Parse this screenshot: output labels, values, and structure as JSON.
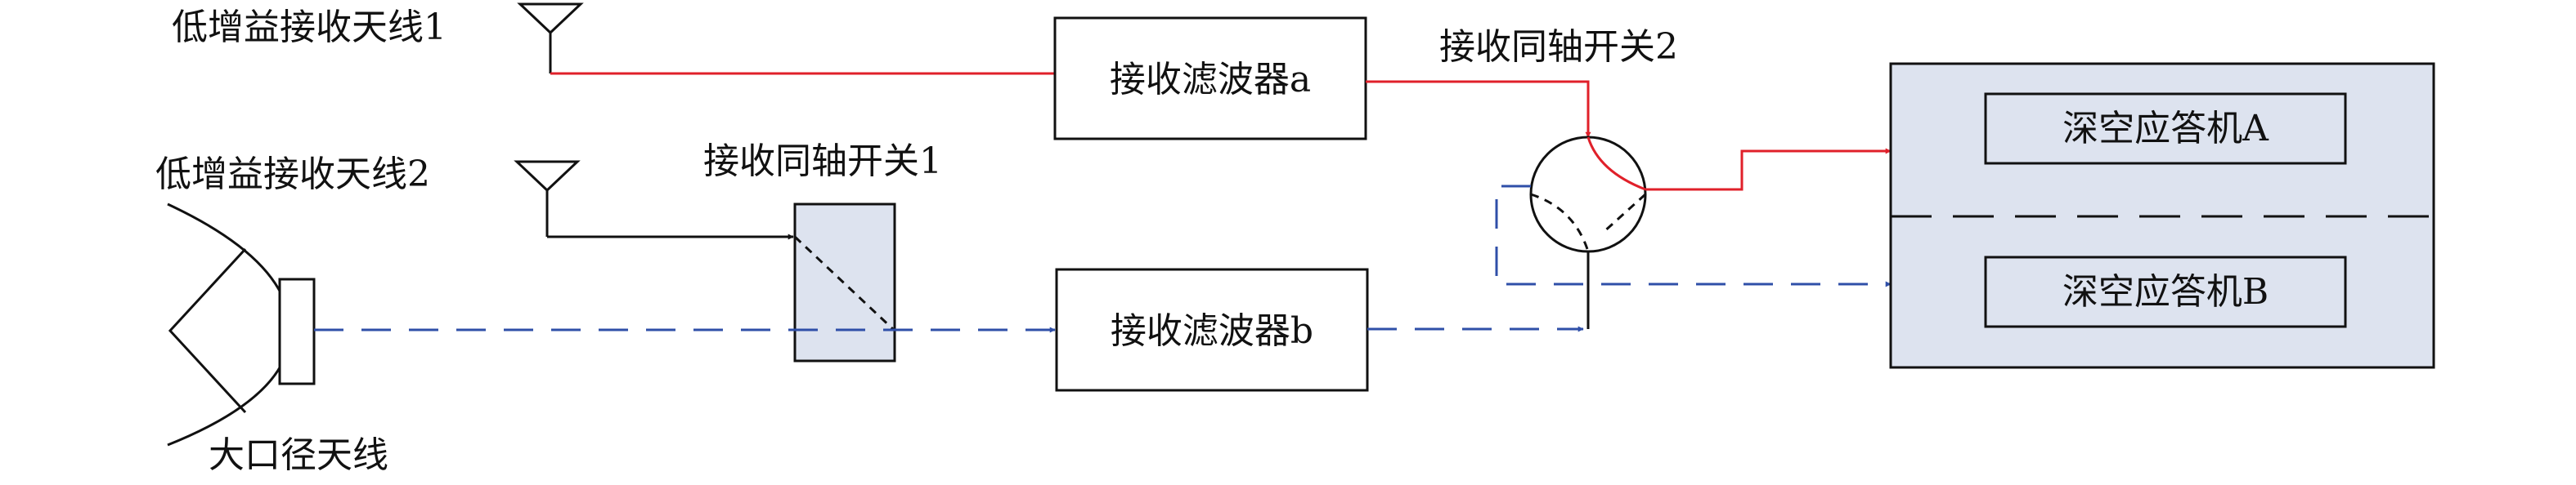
{
  "colors": {
    "red_signal": "#e0202a",
    "blue_signal": "#2f4fa8",
    "black_signal": "#111111",
    "block_fill": "#dde3ef",
    "outline": "#111111"
  },
  "antennas": {
    "low_gain_1": "低增益接收天线1",
    "low_gain_2": "低增益接收天线2",
    "large_aperture": "大口径天线"
  },
  "switches": {
    "coax_switch_1": "接收同轴开关1",
    "coax_switch_2": "接收同轴开关2"
  },
  "filters": {
    "filter_a": "接收滤波器a",
    "filter_b": "接收滤波器b"
  },
  "transponders": {
    "a": "深空应答机A",
    "b": "深空应答机B"
  },
  "icons": [
    "antenna-icon",
    "dish-antenna-icon",
    "coax-switch-icon",
    "arrow-icon"
  ]
}
